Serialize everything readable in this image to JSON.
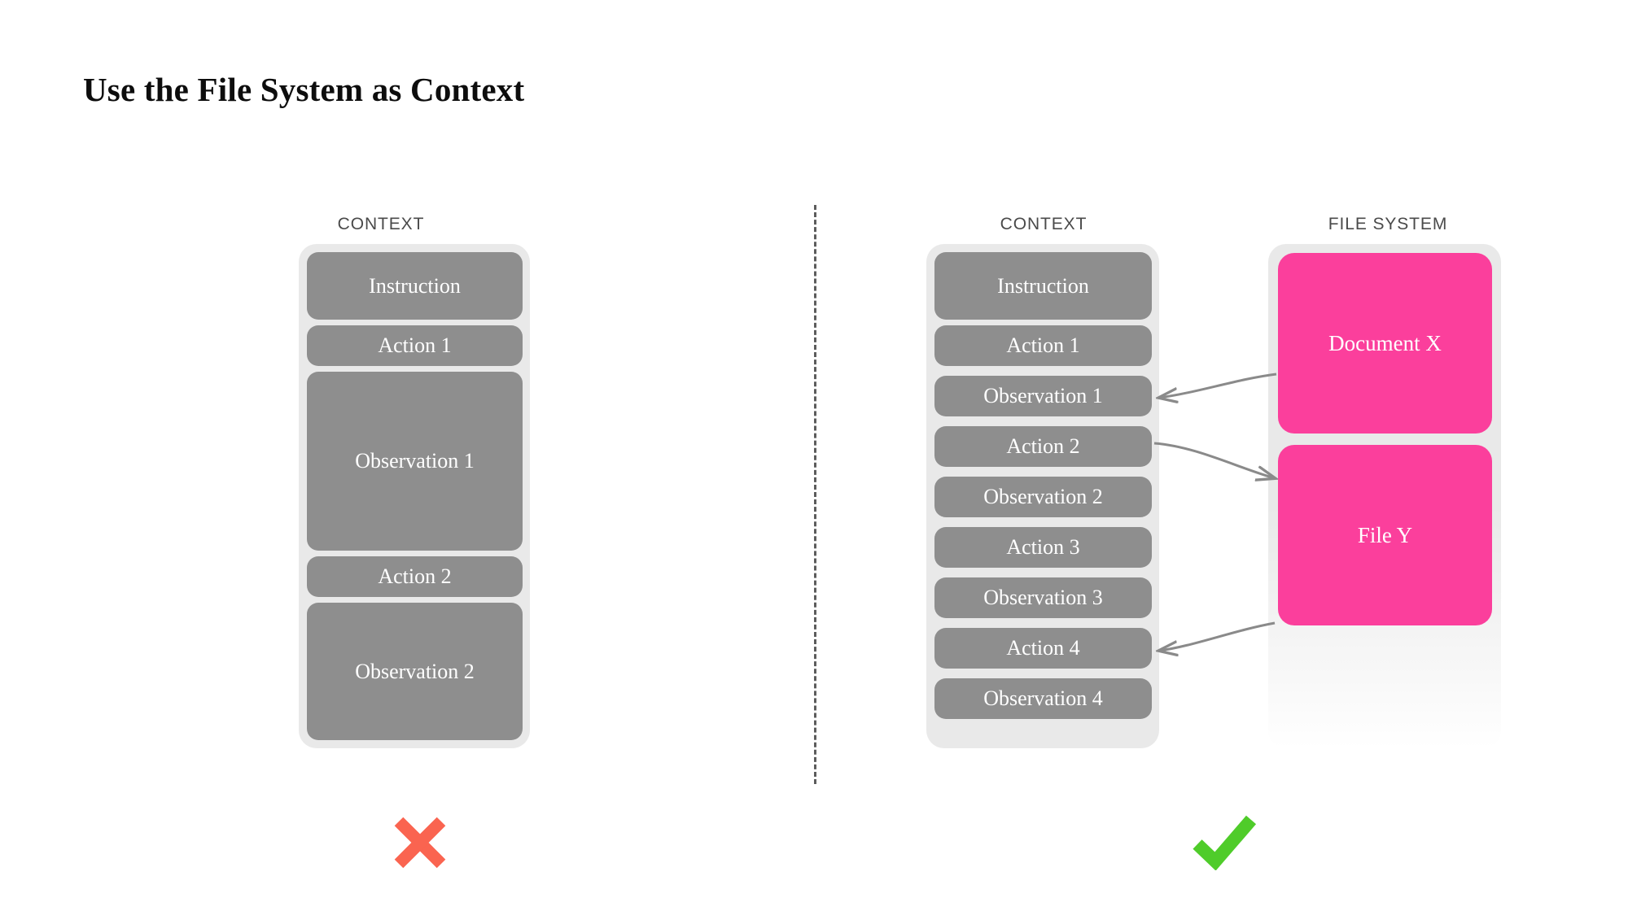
{
  "slide": {
    "title": "Use the File System as Context",
    "background_color": "#ffffff"
  },
  "colors": {
    "block_gray": "#8e8e8e",
    "container_gray": "#e9e9e9",
    "file_pink": "#fb3f9c",
    "cross_red": "#fa6450",
    "check_green": "#4fcc2a",
    "divider_gray": "#5c5c5c",
    "arrow_gray": "#8a8a8a",
    "header_text": "#4a4a4a",
    "title_text": "#0d0d0d"
  },
  "left_panel": {
    "header": "CONTEXT",
    "verdict_icon": "cross-icon",
    "blocks": [
      {
        "label": "Instruction",
        "size": "tall"
      },
      {
        "label": "Action 1",
        "size": "short"
      },
      {
        "label": "Observation 1",
        "size": "xl"
      },
      {
        "label": "Action 2",
        "size": "short"
      },
      {
        "label": "Observation 2",
        "size": "large"
      }
    ]
  },
  "right_panel": {
    "context": {
      "header": "CONTEXT",
      "blocks": [
        {
          "label": "Instruction"
        },
        {
          "label": "Action 1"
        },
        {
          "label": "Observation 1"
        },
        {
          "label": "Action 2"
        },
        {
          "label": "Observation 2"
        },
        {
          "label": "Action 3"
        },
        {
          "label": "Observation 3"
        },
        {
          "label": "Action 4"
        },
        {
          "label": "Observation 4"
        }
      ]
    },
    "file_system": {
      "header": "FILE SYSTEM",
      "files": [
        {
          "label": "Document X"
        },
        {
          "label": "File Y"
        }
      ]
    },
    "verdict_icon": "check-icon",
    "arrows": [
      {
        "from": "Document X",
        "to": "Observation 1",
        "direction": "left"
      },
      {
        "from": "Action 2",
        "to": "File Y",
        "direction": "right"
      },
      {
        "from": "File Y",
        "to": "Action 4",
        "direction": "left"
      }
    ]
  }
}
